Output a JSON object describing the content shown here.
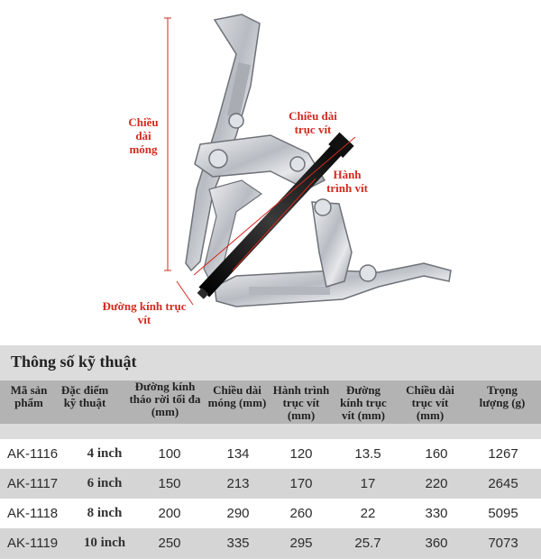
{
  "diagram": {
    "labels": {
      "claw_length": "Chiều dài móng",
      "screw_length": "Chiều dài trục vít",
      "stroke": "Hành trình vít",
      "screw_diameter": "Đường kính trục vít"
    },
    "colors": {
      "annotation": "#d42a1f",
      "steel": "#c9ccd1",
      "screw": "#1a1a1a"
    }
  },
  "specs": {
    "title": "Thông số kỹ thuật",
    "columns": [
      "Mã sản phẩm",
      "Đặc điểm kỹ thuật",
      "Đường kính tháo rời tối đa (mm)",
      "Chiều dài móng (mm)",
      "Hành trình trục vít (mm)",
      "Đường kính trục vít (mm)",
      "Chiều dài trục vít (mm)",
      "Trọng lượng (g)"
    ],
    "rows": [
      [
        "AK-1116",
        "4 inch",
        "100",
        "134",
        "120",
        "13.5",
        "160",
        "1267"
      ],
      [
        "AK-1117",
        "6 inch",
        "150",
        "213",
        "170",
        "17",
        "220",
        "2645"
      ],
      [
        "AK-1118",
        "8 inch",
        "200",
        "290",
        "260",
        "22",
        "330",
        "5095"
      ],
      [
        "AK-1119",
        "10 inch",
        "250",
        "335",
        "295",
        "25.7",
        "360",
        "7073"
      ]
    ]
  }
}
